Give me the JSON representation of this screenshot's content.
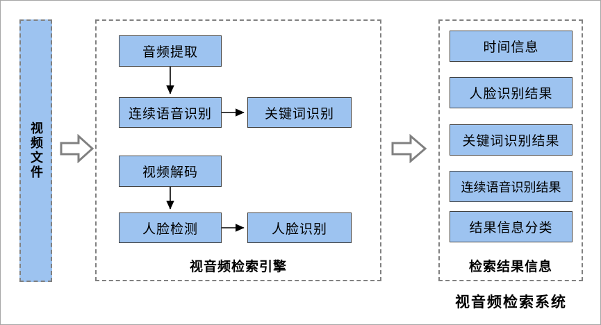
{
  "diagram": {
    "title": "视音频检索系统",
    "colors": {
      "box_fill": "#9DC3F0",
      "box_border": "#404040",
      "group_border": "#808080",
      "arrow_stroke": "#808080",
      "connector": "#000000",
      "canvas_border": "#A6A6A6"
    }
  },
  "input": {
    "label": "视频文件"
  },
  "flow_arrows": [
    {
      "name": "arrow-input-to-engine"
    },
    {
      "name": "arrow-engine-to-results"
    }
  ],
  "engine": {
    "caption": "视音频检索引擎",
    "nodes": [
      {
        "id": "audio-extract",
        "label": "音频提取"
      },
      {
        "id": "continuous-speech-recognition",
        "label": "连续语音识别"
      },
      {
        "id": "keyword-recognition",
        "label": "关键词识别"
      },
      {
        "id": "video-decode",
        "label": "视频解码"
      },
      {
        "id": "face-detection",
        "label": "人脸检测"
      },
      {
        "id": "face-recognition",
        "label": "人脸识别"
      }
    ],
    "edges": [
      {
        "from": "audio-extract",
        "to": "continuous-speech-recognition"
      },
      {
        "from": "continuous-speech-recognition",
        "to": "keyword-recognition"
      },
      {
        "from": "video-decode",
        "to": "face-detection"
      },
      {
        "from": "face-detection",
        "to": "face-recognition"
      }
    ]
  },
  "results": {
    "caption": "检索结果信息",
    "items": [
      {
        "id": "time-info",
        "label": "时间信息"
      },
      {
        "id": "face-recognition-result",
        "label": "人脸识别结果"
      },
      {
        "id": "keyword-recognition-result",
        "label": "关键词识别结果"
      },
      {
        "id": "continuous-speech-recognition-result",
        "label": "连续语音识别结果"
      },
      {
        "id": "result-info-classification",
        "label": "结果信息分类"
      }
    ]
  }
}
